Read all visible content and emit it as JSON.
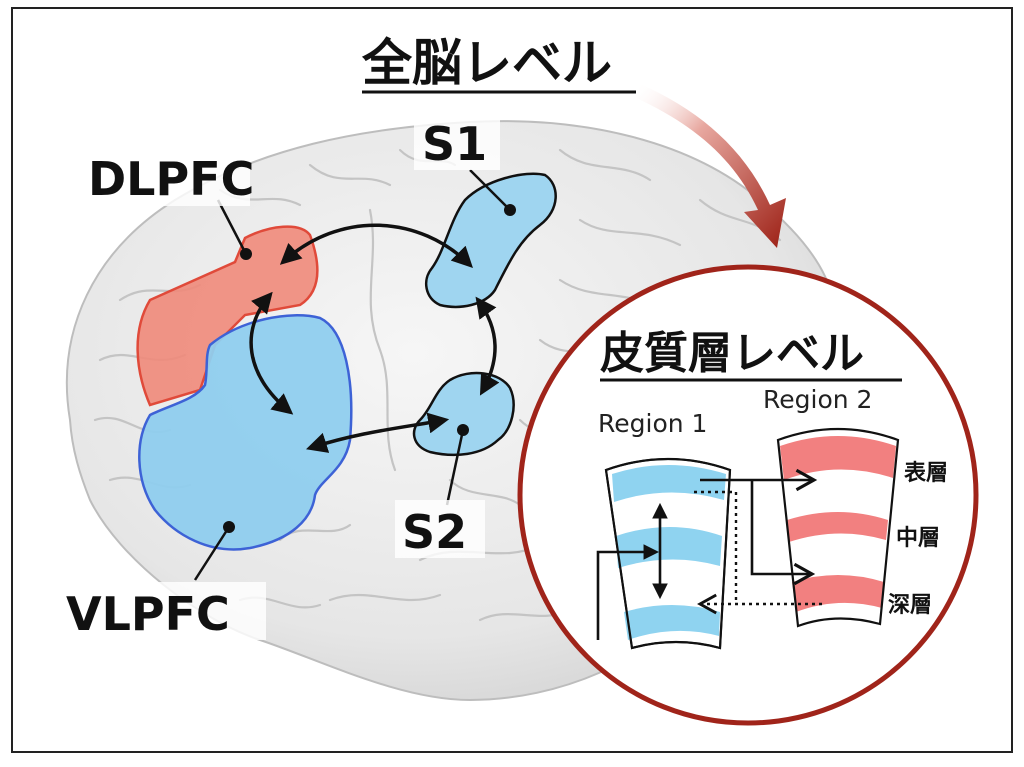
{
  "whole_brain": {
    "title": "全脳レベル",
    "regions": [
      {
        "id": "dlpfc",
        "label": "DLPFC",
        "color": "#f08070"
      },
      {
        "id": "vlpfc",
        "label": "VLPFC",
        "color": "#8fcdee"
      },
      {
        "id": "s1",
        "label": "S1",
        "color": "#9fd5f0"
      },
      {
        "id": "s2",
        "label": "S2",
        "color": "#9fd5f0"
      }
    ]
  },
  "laminar": {
    "title": "皮質層レベル",
    "region1_label": "Region 1",
    "region2_label": "Region 2",
    "layers": [
      "表層",
      "中層",
      "深層"
    ],
    "region1_color": "#8fd3f0",
    "region2_color": "#f28080",
    "circle_border_color": "#a0241a"
  },
  "colors": {
    "brain": "#e9e9e9",
    "arrow": "#111111",
    "callout_arrow": "#a0241a"
  }
}
